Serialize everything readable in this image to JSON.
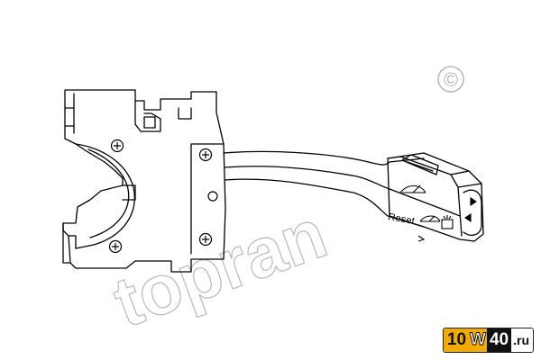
{
  "image": {
    "subject": "turn-signal-wiper-combination-switch-line-drawing",
    "background_color": "#ffffff",
    "line_color": "#000000"
  },
  "watermark": {
    "brand_text": "topran",
    "color": "#b9b9b9",
    "copyright_symbol": "©"
  },
  "switch_label": {
    "reset": "Reset"
  },
  "icons": [
    "wiper-icon",
    "washer-icon",
    "screw-icon",
    "arrow-icon"
  ],
  "site_badge": {
    "num1": "10",
    "letter": "W",
    "num2": "40",
    "tld": ".ru",
    "colors": {
      "orange": "#f2a900",
      "black": "#111111",
      "white": "#ffffff"
    }
  }
}
